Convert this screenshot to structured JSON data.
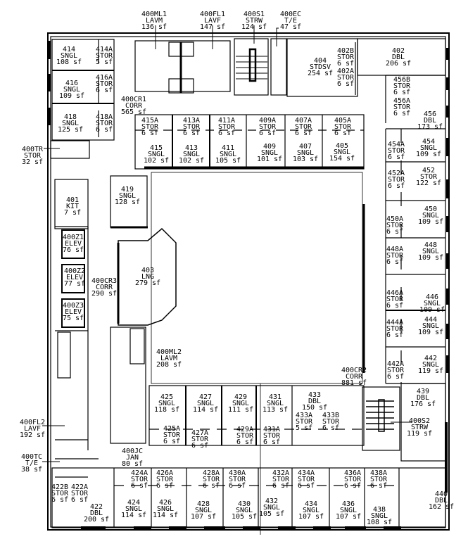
{
  "title": "Floor 4 plan",
  "colors": {
    "line": "#000000",
    "background": "#ffffff"
  },
  "rooms": [
    {
      "id": "400ML1",
      "type": "LAVM",
      "area": "136 sf"
    },
    {
      "id": "400FL1",
      "type": "LAVF",
      "area": "147 sf"
    },
    {
      "id": "400S1",
      "type": "STRW",
      "area": "124 sf"
    },
    {
      "id": "400EC",
      "type": "T/E",
      "area": "47 sf"
    },
    {
      "id": "414",
      "type": "SNGL",
      "area": "108 sf"
    },
    {
      "id": "414A",
      "type": "STOR",
      "area": "5 sf"
    },
    {
      "id": "416",
      "type": "SNGL",
      "area": "109 sf"
    },
    {
      "id": "416A",
      "type": "STOR",
      "area": "6 sf"
    },
    {
      "id": "400CR1",
      "type": "CORR",
      "area": "565 sf"
    },
    {
      "id": "418",
      "type": "SNGL",
      "area": "125 sf"
    },
    {
      "id": "418A",
      "type": "STOR",
      "area": "6 sf"
    },
    {
      "id": "400TR",
      "type": "STOR",
      "area": "32 sf"
    },
    {
      "id": "415A",
      "type": "STOR",
      "area": "6 sf"
    },
    {
      "id": "413A",
      "type": "STOR",
      "area": "6 sf"
    },
    {
      "id": "411A",
      "type": "STOR",
      "area": "6 sf"
    },
    {
      "id": "409A",
      "type": "STOR",
      "area": "6 sf"
    },
    {
      "id": "407A",
      "type": "STOR",
      "area": "6 sf"
    },
    {
      "id": "405A",
      "type": "STOR",
      "area": "6 sf"
    },
    {
      "id": "415",
      "type": "SNGL",
      "area": "102 sf"
    },
    {
      "id": "413",
      "type": "SNGL",
      "area": "102 sf"
    },
    {
      "id": "411",
      "type": "SNGL",
      "area": "105 sf"
    },
    {
      "id": "409",
      "type": "SNGL",
      "area": "101 sf"
    },
    {
      "id": "407",
      "type": "SNGL",
      "area": "103 sf"
    },
    {
      "id": "405",
      "type": "SNGL",
      "area": "154 sf"
    },
    {
      "id": "404",
      "type": "STDSV",
      "area": "254 sf"
    },
    {
      "id": "402B",
      "type": "STOR",
      "area": "6 sf"
    },
    {
      "id": "402A",
      "type": "STOR",
      "area": "6 sf"
    },
    {
      "id": "402",
      "type": "DBL",
      "area": "206 sf"
    },
    {
      "id": "456B",
      "type": "STOR",
      "area": "6 sf"
    },
    {
      "id": "456A",
      "type": "STOR",
      "area": "6 sf"
    },
    {
      "id": "456",
      "type": "DBL",
      "area": "173 sf"
    },
    {
      "id": "454A",
      "type": "STOR",
      "area": "6 sf"
    },
    {
      "id": "454",
      "type": "SNGL",
      "area": "109 sf"
    },
    {
      "id": "452A",
      "type": "STOR",
      "area": "6 sf"
    },
    {
      "id": "452",
      "type": "STOR",
      "area": "122 sf"
    },
    {
      "id": "401",
      "type": "KIT",
      "area": "7 sf"
    },
    {
      "id": "419",
      "type": "SNGL",
      "area": "128 sf"
    },
    {
      "id": "450",
      "type": "SNGL",
      "area": "109 sf"
    },
    {
      "id": "450A",
      "type": "STOR",
      "area": "6 sf"
    },
    {
      "id": "400Z1",
      "type": "ELEV",
      "area": "76 sf"
    },
    {
      "id": "400Z2",
      "type": "ELEV",
      "area": "77 sf"
    },
    {
      "id": "400Z3",
      "type": "ELEV",
      "area": "75 sf"
    },
    {
      "id": "403",
      "type": "LNG",
      "area": "279 sf"
    },
    {
      "id": "400CR3",
      "type": "CORR",
      "area": "290 sf"
    },
    {
      "id": "448",
      "type": "SNGL",
      "area": "109 sf"
    },
    {
      "id": "448A",
      "type": "STOR",
      "area": "6 sf"
    },
    {
      "id": "446",
      "type": "SNGL",
      "area": "109 sf"
    },
    {
      "id": "446A",
      "type": "STOR",
      "area": "6 sf"
    },
    {
      "id": "444",
      "type": "SNGL",
      "area": "109 sf"
    },
    {
      "id": "444A",
      "type": "STOR",
      "area": "6 sf"
    },
    {
      "id": "442",
      "type": "SNGL",
      "area": "119 sf"
    },
    {
      "id": "442A",
      "type": "STOR",
      "area": "6 sf"
    },
    {
      "id": "400CR2",
      "type": "CORR",
      "area": "881 sf"
    },
    {
      "id": "400ML2",
      "type": "LAVM",
      "area": "208 sf"
    },
    {
      "id": "425",
      "type": "SNGL",
      "area": "118 sf"
    },
    {
      "id": "427",
      "type": "SNGL",
      "area": "114 sf"
    },
    {
      "id": "429",
      "type": "SNGL",
      "area": "111 sf"
    },
    {
      "id": "431",
      "type": "SNGL",
      "area": "113 sf"
    },
    {
      "id": "433",
      "type": "DBL",
      "area": "150 sf"
    },
    {
      "id": "433A",
      "type": "STOR",
      "area": "5 sf"
    },
    {
      "id": "433B",
      "type": "STOR",
      "area": "6 sf"
    },
    {
      "id": "425A",
      "type": "STOR",
      "area": "6 sf"
    },
    {
      "id": "427A",
      "type": "STOR",
      "area": "6 sf"
    },
    {
      "id": "429A",
      "type": "STOR",
      "area": "6 sf"
    },
    {
      "id": "431A",
      "type": "STOR",
      "area": "6 sf"
    },
    {
      "id": "439",
      "type": "DBL",
      "area": "176 sf"
    },
    {
      "id": "400S2",
      "type": "STRW",
      "area": "119 sf"
    },
    {
      "id": "400FL2",
      "type": "LAVF",
      "area": "192 sf"
    },
    {
      "id": "400TC",
      "type": "T/E",
      "area": "38 sf"
    },
    {
      "id": "400JC",
      "type": "JAN",
      "area": "80 sf"
    },
    {
      "id": "422B",
      "type": "STOR",
      "area": "6 sf"
    },
    {
      "id": "422A",
      "type": "STOR",
      "area": "6 sf"
    },
    {
      "id": "422",
      "type": "DBL",
      "area": "200 sf"
    },
    {
      "id": "424A",
      "type": "STOR",
      "area": "6 sf"
    },
    {
      "id": "426A",
      "type": "STOR",
      "area": "6 sf"
    },
    {
      "id": "428A",
      "type": "STOR",
      "area": "6 sf"
    },
    {
      "id": "430A",
      "type": "STOR",
      "area": "6 sf"
    },
    {
      "id": "432A",
      "type": "STOR",
      "area": "6 sf"
    },
    {
      "id": "434A",
      "type": "STOR",
      "area": "6 sf"
    },
    {
      "id": "436A",
      "type": "STOR",
      "area": "6 sf"
    },
    {
      "id": "438A",
      "type": "STOR",
      "area": "6 sf"
    },
    {
      "id": "424",
      "type": "SNGL",
      "area": "114 sf"
    },
    {
      "id": "426",
      "type": "SNGL",
      "area": "114 sf"
    },
    {
      "id": "428",
      "type": "SNGL",
      "area": "107 sf"
    },
    {
      "id": "430",
      "type": "SNGL",
      "area": "105 sf"
    },
    {
      "id": "432",
      "type": "SNGL",
      "area": "105 sf"
    },
    {
      "id": "434",
      "type": "SNGL",
      "area": "107 sf"
    },
    {
      "id": "436",
      "type": "SNGL",
      "area": "107 sf"
    },
    {
      "id": "438",
      "type": "SNGL",
      "area": "108 sf"
    },
    {
      "id": "440",
      "type": "DBL",
      "area": "162 sf"
    }
  ]
}
